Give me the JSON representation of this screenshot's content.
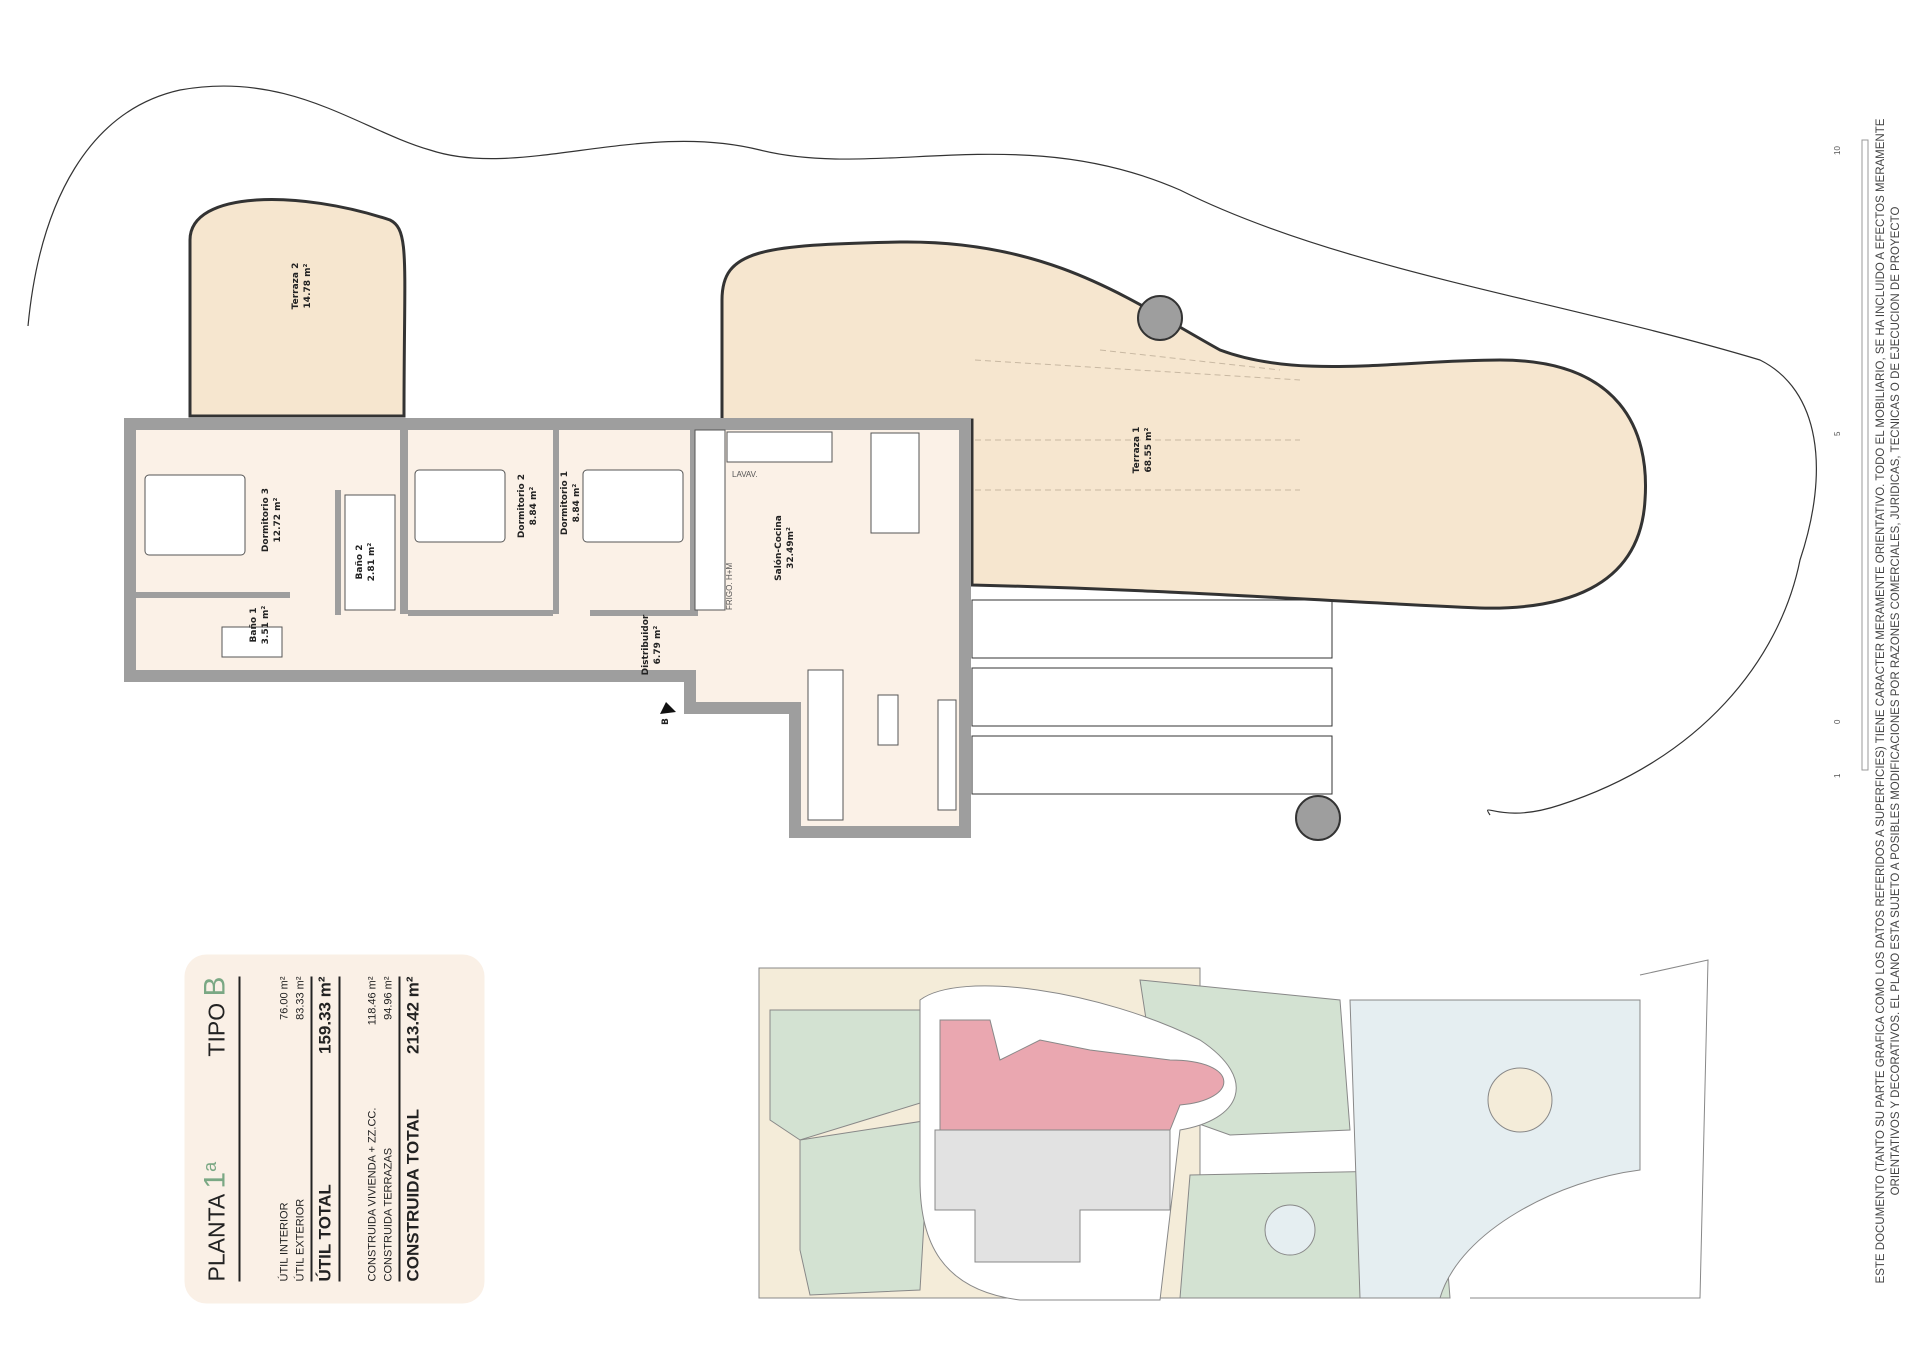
{
  "plan": {
    "rooms": [
      {
        "name": "Terraza 2",
        "area": "14.78 m²"
      },
      {
        "name": "Dormitorio 3",
        "area": "12.72 m²"
      },
      {
        "name": "Baño 2",
        "area": "2.81 m²"
      },
      {
        "name": "Dormitorio 2",
        "area": "8.84 m²"
      },
      {
        "name": "Dormitorio 1",
        "area": "8.84 m²"
      },
      {
        "name": "Salón-Cocina",
        "area": "32.49m²"
      },
      {
        "name": "Terraza 1",
        "area": "68.55 m²"
      },
      {
        "name": "Baño 1",
        "area": "3.51 m²"
      },
      {
        "name": "Distribuidor",
        "area": "6.79 m²"
      }
    ],
    "labels": {
      "lavav": "LAVAV.",
      "frigo": "FRIGO.",
      "hm": "H+M",
      "section": "B"
    },
    "colors": {
      "terrace": "#f6e6cf",
      "interior": "#fbf1e7",
      "wall": "#9e9e9e",
      "accent": "#7aa884",
      "highlight": "#eaa7b0"
    }
  },
  "scale_bar": {
    "ticks": [
      "10",
      "5",
      "0",
      "1"
    ]
  },
  "summary": {
    "planta": "PLANTA",
    "planta_num": "1",
    "planta_sup": "a",
    "tipo": "TIPO",
    "tipo_letter": "B",
    "rows": [
      {
        "label": "ÚTIL INTERIOR",
        "value": "76.00 m²"
      },
      {
        "label": "ÚTIL EXTERIOR",
        "value": "83.33 m²"
      },
      {
        "label": "ÚTIL TOTAL",
        "value": "159.33 m²"
      },
      {
        "label": "CONSTRUIDA VIVIENDA + ZZ.CC.",
        "value": "118.46 m²"
      },
      {
        "label": "CONSTRUIDA TERRAZAS",
        "value": "94.96 m²"
      },
      {
        "label": "CONSTRUIDA TOTAL",
        "value": "213.42 m²"
      }
    ]
  },
  "disclaimer": {
    "line1": "ESTE DOCUMENTO (TANTO SU PARTE GRAFICA COMO LOS DATOS REFERIDOS A SUPERFICIES) TIENE CARACTER MERAMENTE ORIENTATIVO. TODO EL MOBILIARIO, SE HA INCLUIDO A EFECTOS MERAMENTE",
    "line2": "ORIENTATIVOS Y DECORATIVOS. EL PLANO ESTA SUJETO A POSIBLES MODIFICACIONES POR RAZONES COMERCIALES, JURIDICAS, TECNICAS O DE EJECUCION DE PROYECTO"
  }
}
